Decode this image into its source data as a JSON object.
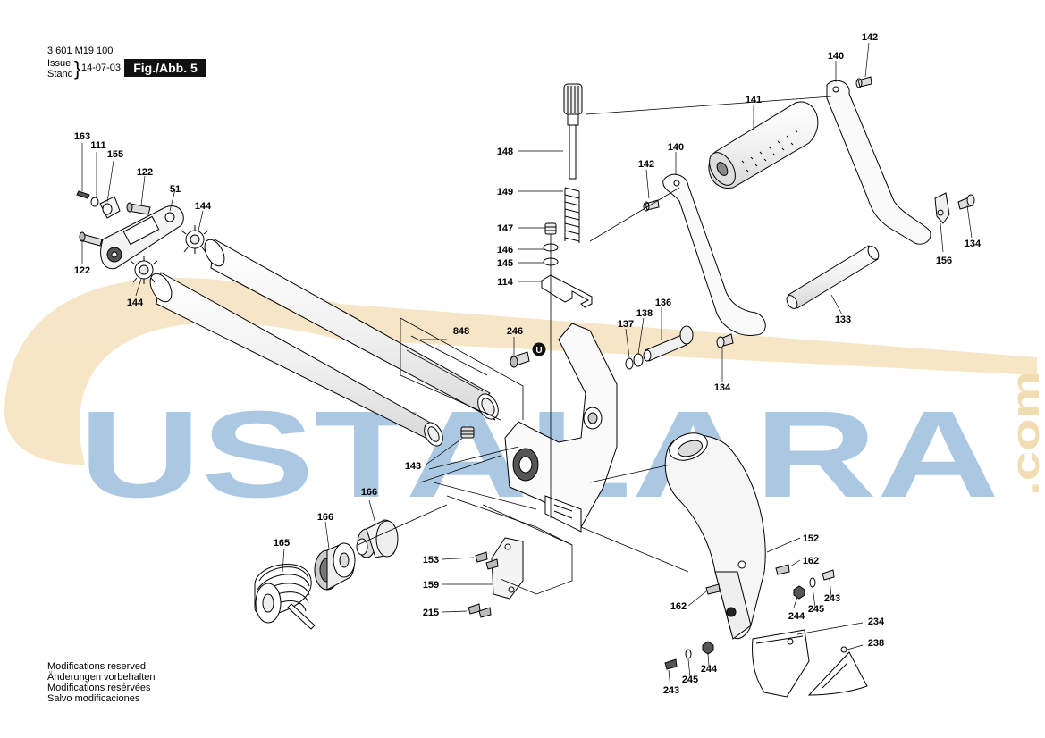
{
  "header": {
    "part_number": "3 601 M19 100",
    "issue_label": "Issue",
    "stand_label": "Stand",
    "date": "14-07-03",
    "figure": "Fig./Abb. 5"
  },
  "notes": [
    "Modifications reserved",
    "Änderungen vorbehalten",
    "Modifications resérvées",
    "Salvo modificaciones"
  ],
  "watermark": {
    "text": "USTALARA",
    "suffix": ".com",
    "blue": "#8fb4d6",
    "orange": "#f3ddb0"
  },
  "marker_u": "U",
  "callouts": [
    {
      "id": "c163",
      "text": "163"
    },
    {
      "id": "c111",
      "text": "111"
    },
    {
      "id": "c155",
      "text": "155"
    },
    {
      "id": "c122a",
      "text": "122"
    },
    {
      "id": "c51",
      "text": "51"
    },
    {
      "id": "c144a",
      "text": "144"
    },
    {
      "id": "c122b",
      "text": "122"
    },
    {
      "id": "c144b",
      "text": "144"
    },
    {
      "id": "c148",
      "text": "148"
    },
    {
      "id": "c149",
      "text": "149"
    },
    {
      "id": "c147",
      "text": "147"
    },
    {
      "id": "c146",
      "text": "146"
    },
    {
      "id": "c145",
      "text": "145"
    },
    {
      "id": "c114",
      "text": "114"
    },
    {
      "id": "c848",
      "text": "848"
    },
    {
      "id": "c246",
      "text": "246"
    },
    {
      "id": "c137",
      "text": "137"
    },
    {
      "id": "c138",
      "text": "138"
    },
    {
      "id": "c136",
      "text": "136"
    },
    {
      "id": "c142a",
      "text": "142"
    },
    {
      "id": "c140a",
      "text": "140"
    },
    {
      "id": "c141",
      "text": "141"
    },
    {
      "id": "c140b",
      "text": "140"
    },
    {
      "id": "c142b",
      "text": "142"
    },
    {
      "id": "c156",
      "text": "156"
    },
    {
      "id": "c134a",
      "text": "134"
    },
    {
      "id": "c133",
      "text": "133"
    },
    {
      "id": "c134b",
      "text": "134"
    },
    {
      "id": "c143",
      "text": "143"
    },
    {
      "id": "c166a",
      "text": "166"
    },
    {
      "id": "c166b",
      "text": "166"
    },
    {
      "id": "c165",
      "text": "165"
    },
    {
      "id": "c153",
      "text": "153"
    },
    {
      "id": "c159",
      "text": "159"
    },
    {
      "id": "c215",
      "text": "215"
    },
    {
      "id": "c152",
      "text": "152"
    },
    {
      "id": "c162a",
      "text": "162"
    },
    {
      "id": "c162b",
      "text": "162"
    },
    {
      "id": "c244a",
      "text": "244"
    },
    {
      "id": "c245a",
      "text": "245"
    },
    {
      "id": "c243a",
      "text": "243"
    },
    {
      "id": "c234",
      "text": "234"
    },
    {
      "id": "c238",
      "text": "238"
    },
    {
      "id": "c244b",
      "text": "244"
    },
    {
      "id": "c245b",
      "text": "245"
    },
    {
      "id": "c243b",
      "text": "243"
    }
  ]
}
